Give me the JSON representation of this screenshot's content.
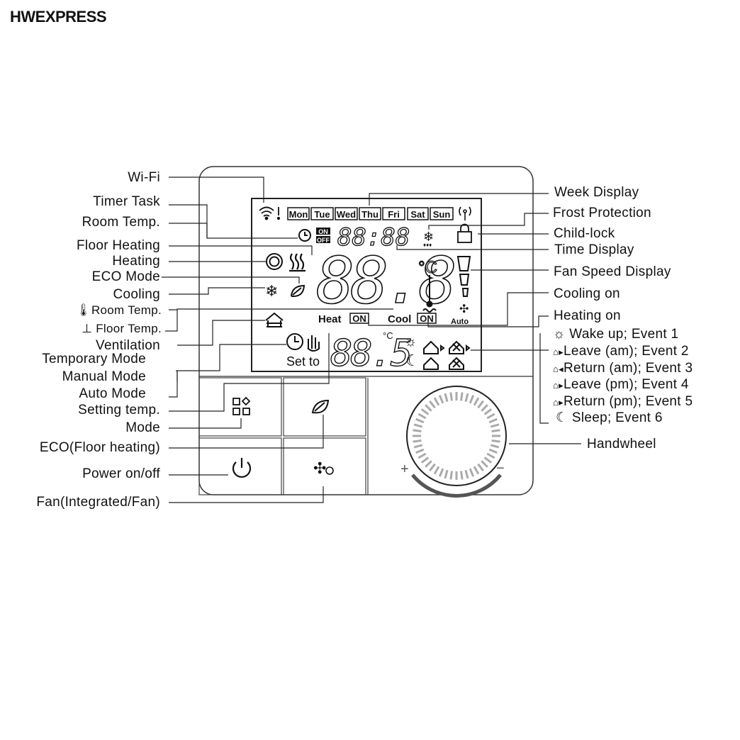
{
  "brand": "HWEXPRESS",
  "left_labels": {
    "wifi": "Wi-Fi",
    "timer_task": "Timer Task",
    "room_temp": "Room Temp.",
    "floor_heating": "Floor Heating",
    "heating": "Heating",
    "eco_mode": "ECO Mode",
    "cooling": "Cooling",
    "room_temp_sensor": "Room Temp.",
    "floor_temp_sensor": "Floor Temp.",
    "ventilation": "Ventilation",
    "temporary_mode": "Temporary Mode",
    "manual_mode": "Manual Mode",
    "auto_mode": "Auto Mode",
    "setting_temp": "Setting temp.",
    "mode": "Mode",
    "eco_floor": "ECO(Floor heating)",
    "power": "Power on/off",
    "fan": "Fan(Integrated/Fan)"
  },
  "right_labels": {
    "week_display": "Week Display",
    "frost_protection": "Frost Protection",
    "child_lock": "Child-lock",
    "time_display": "Time Display",
    "fan_speed": "Fan Speed Display",
    "cooling_on": "Cooling on",
    "heating_on": "Heating on",
    "events": [
      "Wake up; Event 1",
      "Leave (am); Event 2",
      "Return (am); Event 3",
      "Leave (pm); Event 4",
      "Return (pm); Event 5",
      "Sleep; Event 6"
    ],
    "handwheel": "Handwheel"
  },
  "lcd": {
    "days": [
      "Mon",
      "Tue",
      "Wed",
      "Thu",
      "Fri",
      "Sat",
      "Sun"
    ],
    "on": "ON",
    "off": "OFF",
    "heat": "Heat",
    "cool": "Cool",
    "on_box": "ON",
    "set_to": "Set to",
    "auto": "Auto",
    "celsius": "°C",
    "time_digits": "88:88",
    "main_digits": "88.8",
    "set_digits": "88.5"
  },
  "wheel": {
    "plus": "+",
    "minus": "−"
  }
}
